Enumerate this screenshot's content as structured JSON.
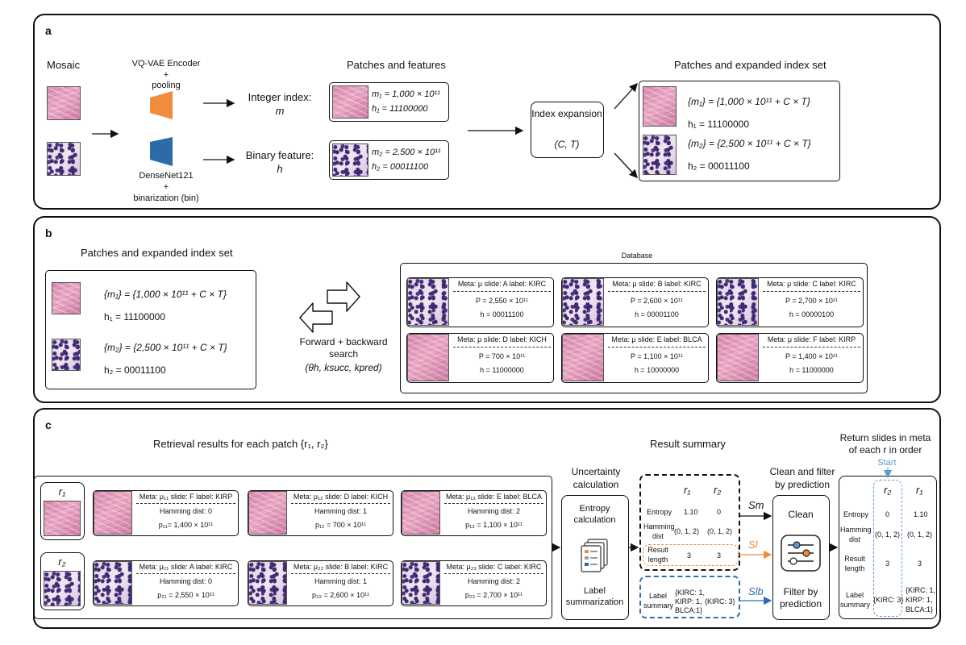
{
  "panel_a": {
    "label": "a",
    "mosaic": "Mosaic",
    "encoder_top": "VQ-VAE Encoder",
    "plus1": "+",
    "pooling": "pooling",
    "encoder_bottom": "DenseNet121",
    "plus2": "+",
    "binarization": "binarization (bin)",
    "integer_index": "Integer index:",
    "integer_symbol": "m",
    "binary_feature": "Binary feature:",
    "binary_symbol": "h",
    "patches_features": "Patches and features",
    "p1_m": "m₁ = 1,000 × 10¹¹",
    "p1_h": "h₁ = 11100000",
    "p2_m": "m₂ = 2,500 × 10¹¹",
    "p2_h": "h₂ = 00011100",
    "index_expansion": "Index expansion",
    "index_params": "(C, T)",
    "expanded_title": "Patches and expanded index set",
    "e1_m": "{m₁} = {1,000 × 10¹¹ + C × T}",
    "e1_h": "h₁ = 11100000",
    "e2_m": "{m₂} = {2,500 × 10¹¹ + C × T}",
    "e2_h": "h₂ = 00011100"
  },
  "panel_b": {
    "label": "b",
    "expanded_title": "Patches and expanded index set",
    "e1_m": "{m₁} = {1,000 × 10¹¹ + C × T}",
    "e1_h": "h₁ = 11100000",
    "e2_m": "{m₂} = {2,500 × 10¹¹ + C × T}",
    "e2_h": "h₂ = 00011100",
    "search_line1": "Forward + backward",
    "search_line2": "search",
    "search_params": "(θh, ksucc, kpred)",
    "database_title": "Database",
    "database": [
      {
        "meta": "Meta: μ slide: A label: KIRC",
        "p": "P = 2,550 × 10¹¹",
        "h": "h = 00011100",
        "tissue": "cell"
      },
      {
        "meta": "Meta: μ slide: B label: KIRC",
        "p": "P = 2,600 × 10¹¹",
        "h": "h = 00001100",
        "tissue": "cell"
      },
      {
        "meta": "Meta: μ slide: C label: KIRC",
        "p": "P = 2,700 × 10¹¹",
        "h": "h = 00000100",
        "tissue": "cell"
      },
      {
        "meta": "Meta: μ slide: D label: KICH",
        "p": "P = 700 × 10¹¹",
        "h": "h = 11000000",
        "tissue": "pink"
      },
      {
        "meta": "Meta: μ slide: E label: BLCA",
        "p": "P = 1,100 × 10¹¹",
        "h": "h = 10000000",
        "tissue": "pink"
      },
      {
        "meta": "Meta: μ slide: F label: KIRP",
        "p": "P = 1,400 × 10¹¹",
        "h": "h = 11000000",
        "tissue": "pink"
      }
    ]
  },
  "panel_c": {
    "label": "c",
    "retrieval_title": "Retrieval results for each patch {r₁, r₂}",
    "r1": "r₁",
    "r2": "r₂",
    "results": [
      {
        "meta": "Meta: μ₁₁ slide: F label: KIRP",
        "hd": "Hamming dist: 0",
        "p": "p₁₁= 1,400 × 10¹¹",
        "tissue": "pink"
      },
      {
        "meta": "Meta: μ₁₂ slide: D label: KICH",
        "hd": "Hamming dist: 1",
        "p": "p₁₂ = 700 × 10¹¹",
        "tissue": "pink"
      },
      {
        "meta": "Meta: μ₁₃ slide: E label: BLCA",
        "hd": "Hamming dist: 2",
        "p": "p₁₃ = 1,100 × 10¹¹",
        "tissue": "pink"
      },
      {
        "meta": "Meta: μ₂₁ slide: A label: KIRC",
        "hd": "Hamming dist: 0",
        "p": "p₂₁ = 2,550 × 10¹¹",
        "tissue": "cell"
      },
      {
        "meta": "Meta: μ₂₂ slide: B label: KIRC",
        "hd": "Hamming dist: 1",
        "p": "p₂₂ = 2,600 × 10¹¹",
        "tissue": "cell"
      },
      {
        "meta": "Meta: μ₂₃ slide: C label: KIRC",
        "hd": "Hamming dist: 2",
        "p": "p₂₃ = 2,700 × 10¹¹",
        "tissue": "cell"
      }
    ],
    "uncertainty_title_1": "Uncertainty",
    "uncertainty_title_2": "calculation",
    "entropy_calc_1": "Entropy",
    "entropy_calc_2": "calculation",
    "label_summ_1": "Label",
    "label_summ_2": "summarization",
    "result_summary_title": "Result summary",
    "summary": {
      "col1": "r₁",
      "col2": "r₂",
      "entropy_label": "Entropy",
      "entropy_r1": "1.10",
      "entropy_r2": "0",
      "hamming_label_1": "Hamming",
      "hamming_label_2": "dist",
      "hamming_r1": "(0, 1, 2)",
      "hamming_r2": "(0, 1, 2)",
      "length_label_1": "Result",
      "length_label_2": "length",
      "length_r1": "3",
      "length_r2": "3",
      "label_label_1": "Label",
      "label_label_2": "summary",
      "label_r1": "{KIRC: 1, KIRP: 1, BLCA:1}",
      "label_r2": "{KIRC: 3}"
    },
    "s_m": "Sm",
    "s_l": "Sl",
    "s_lb": "Slb",
    "clean_filter_title_1": "Clean and filter",
    "clean_filter_title_2": "by prediction",
    "clean": "Clean",
    "filter_1": "Filter by",
    "filter_2": "prediction",
    "return_title_1": "Return slides in meta",
    "return_title_2": "of each r in order",
    "start": "Start",
    "final": {
      "col1": "r₂",
      "col2": "r₁",
      "entropy_label": "Entropy",
      "entropy_a": "0",
      "entropy_b": "1.10",
      "hamming_label_1": "Hamming",
      "hamming_label_2": "dist",
      "hamming_a": "(0, 1, 2)",
      "hamming_b": "(0, 1, 2)",
      "length_label_1": "Result",
      "length_label_2": "length",
      "length_a": "3",
      "length_b": "3",
      "label_label_1": "Label",
      "label_label_2": "summary",
      "label_a": "{KIRC: 3}",
      "label_b_1": "{KIRC: 1,",
      "label_b_2": "KIRP: 1,",
      "label_b_3": "BLCA:1}"
    }
  },
  "colors": {
    "orange": "#f08c3c",
    "blue": "#2c6aa8",
    "lightblue": "#5b9bd5",
    "summary_blue": "#2f6db3"
  }
}
